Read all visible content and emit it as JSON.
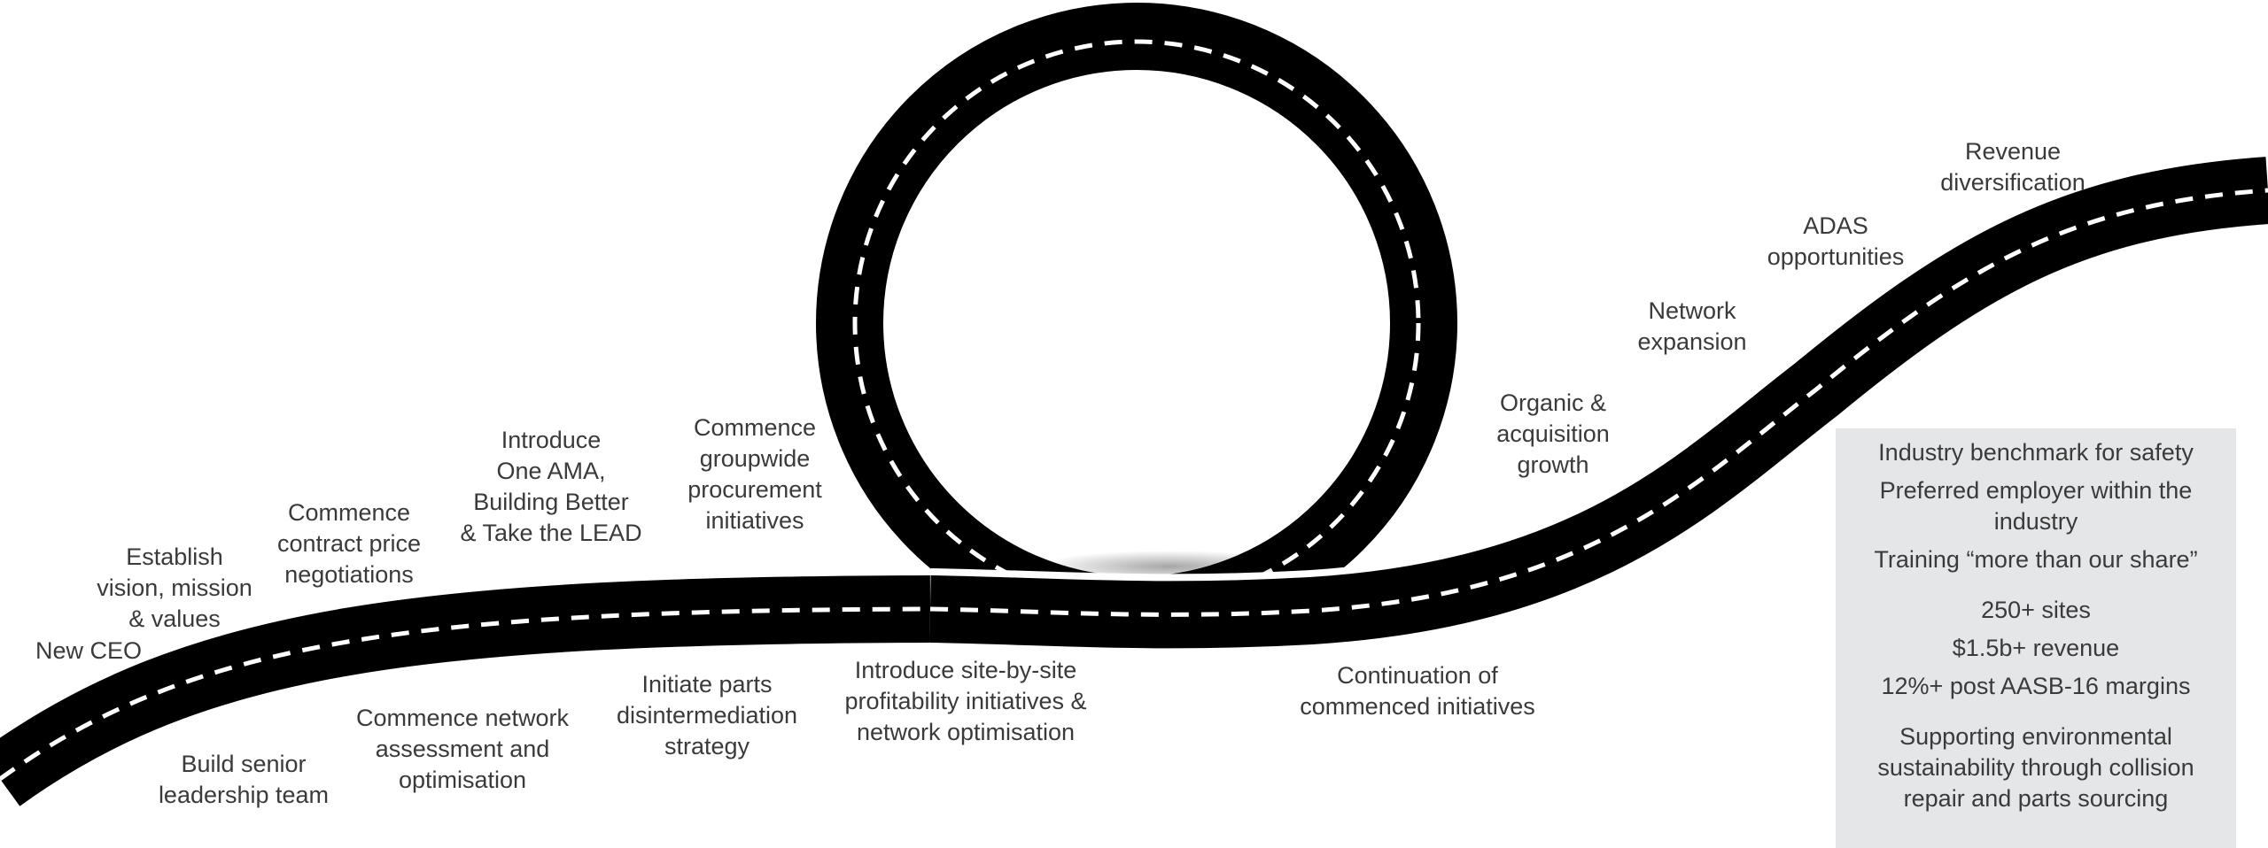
{
  "milestones_above": [
    {
      "id": "new-ceo",
      "text": "New CEO"
    },
    {
      "id": "establish-vision",
      "text": "Establish\nvision, mission\n& values"
    },
    {
      "id": "contract-price",
      "text": "Commence\ncontract price\nnegotiations"
    },
    {
      "id": "one-ama",
      "text": "Introduce\nOne AMA,\nBuilding Better\n& Take the LEAD"
    },
    {
      "id": "procurement",
      "text": "Commence\ngroupwide\nprocurement\ninitiatives"
    },
    {
      "id": "organic-growth",
      "text": "Organic &\nacquisition\ngrowth"
    },
    {
      "id": "network-expansion",
      "text": "Network\nexpansion"
    },
    {
      "id": "adas",
      "text": "ADAS\nopportunities"
    },
    {
      "id": "revenue-diversification",
      "text": "Revenue\ndiversification"
    }
  ],
  "milestones_below": [
    {
      "id": "senior-leadership",
      "text": "Build senior\nleadership team"
    },
    {
      "id": "network-assessment",
      "text": "Commence network\nassessment and\noptimisation"
    },
    {
      "id": "parts-disintermediation",
      "text": "Initiate parts\ndisintermediation\nstrategy"
    },
    {
      "id": "site-by-site",
      "text": "Introduce site-by-site\nprofitability initiatives &\nnetwork optimisation"
    },
    {
      "id": "continuation",
      "text": "Continuation of\ncommenced initiatives"
    }
  ],
  "summary": {
    "people": [
      "Industry benchmark for safety",
      "Preferred employer within the industry",
      "Training “more than our share”"
    ],
    "financials": [
      "250+ sites",
      "$1.5b+ revenue",
      "12%+ post AASB-16 margins"
    ],
    "sustainability": "Supporting environmental sustainability through collision repair and parts sourcing"
  },
  "colors": {
    "road": "#000000",
    "lane_marking": "#ffffff",
    "box": "#e5e6e8",
    "text": "#3a3a3a"
  }
}
